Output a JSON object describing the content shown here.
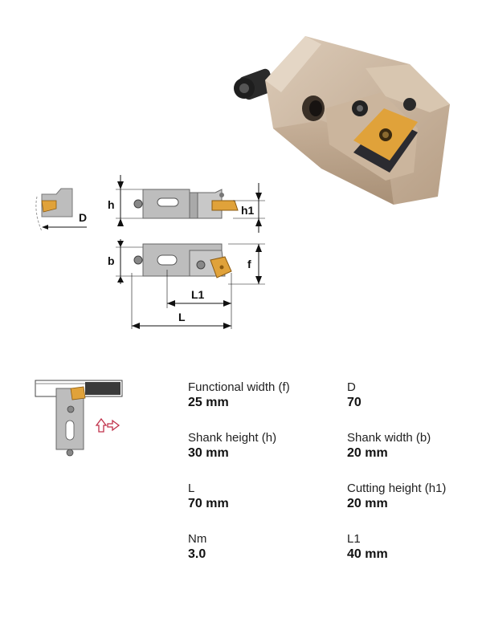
{
  "diagram": {
    "labels": {
      "D": "D",
      "h": "h",
      "h1": "h1",
      "b": "b",
      "f": "f",
      "L1": "L1",
      "L": "L"
    }
  },
  "specs": [
    {
      "label": "Functional width (f)",
      "value": "25 mm"
    },
    {
      "label": "D",
      "value": "70"
    },
    {
      "label": "Shank height (h)",
      "value": "30 mm"
    },
    {
      "label": "Shank width (b)",
      "value": "20 mm"
    },
    {
      "label": "L",
      "value": "70 mm"
    },
    {
      "label": "Cutting height (h1)",
      "value": "20 mm"
    },
    {
      "label": "Nm",
      "value": "3.0"
    },
    {
      "label": "L1",
      "value": "40 mm"
    }
  ],
  "colors": {
    "holder": "#c9b7a3",
    "insert": "#e0a23a",
    "accent_arrow": "#c0314a"
  }
}
